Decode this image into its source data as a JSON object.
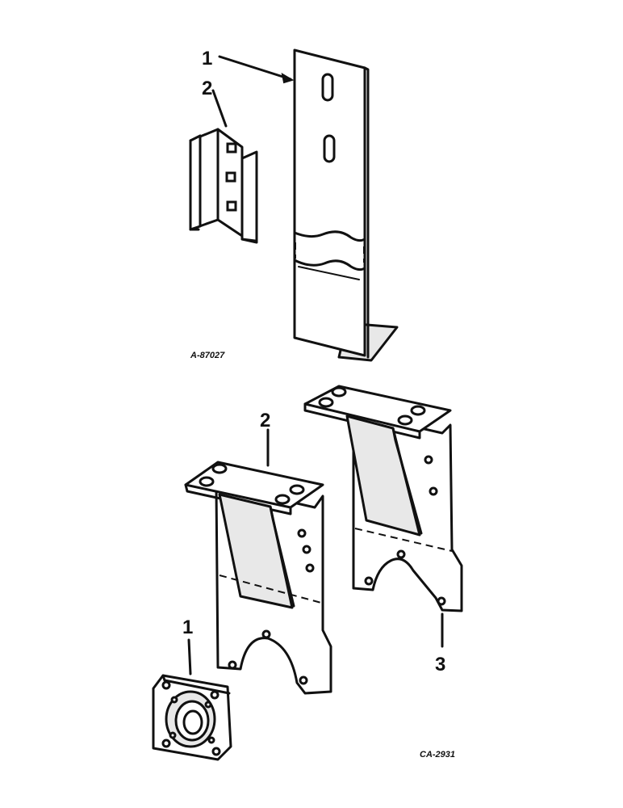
{
  "figure_top": {
    "callouts": [
      "1",
      "2"
    ],
    "drawing_code": "A-87027"
  },
  "figure_bottom": {
    "callouts": [
      "1",
      "2",
      "3"
    ],
    "drawing_code": "CA-2931"
  }
}
